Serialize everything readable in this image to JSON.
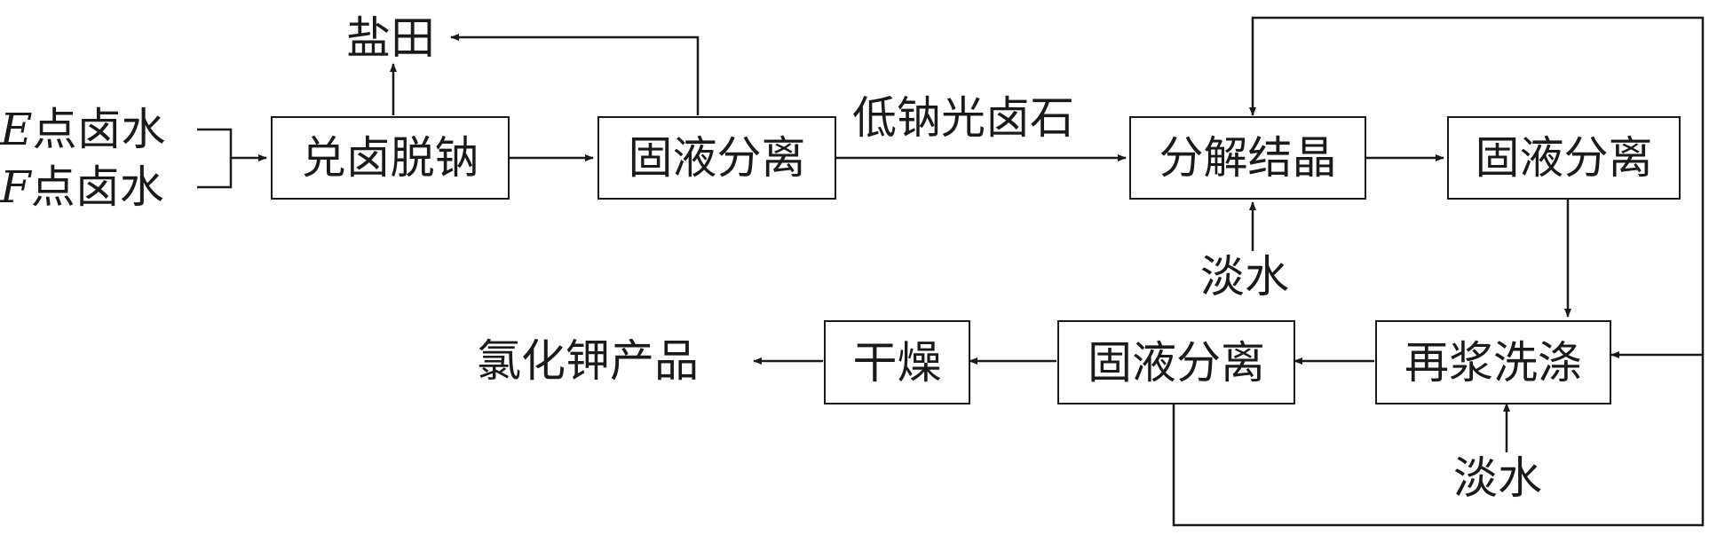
{
  "boxes": {
    "b1": "兑卤脱钠",
    "b2": "固液分离",
    "b3": "分解结晶",
    "b4": "固液分离",
    "b5": "再浆洗涤",
    "b6": "固液分离",
    "b7": "干燥"
  },
  "labels": {
    "e_brine_letter": "E",
    "e_brine_text": "点卤水",
    "f_brine_letter": "F",
    "f_brine_text": "点卤水",
    "salt_field": "盐田",
    "low_sodium_carnallite": "低钠光卤石",
    "fresh_water_1": "淡水",
    "fresh_water_2": "淡水",
    "kcl_product": "氯化钾产品"
  }
}
